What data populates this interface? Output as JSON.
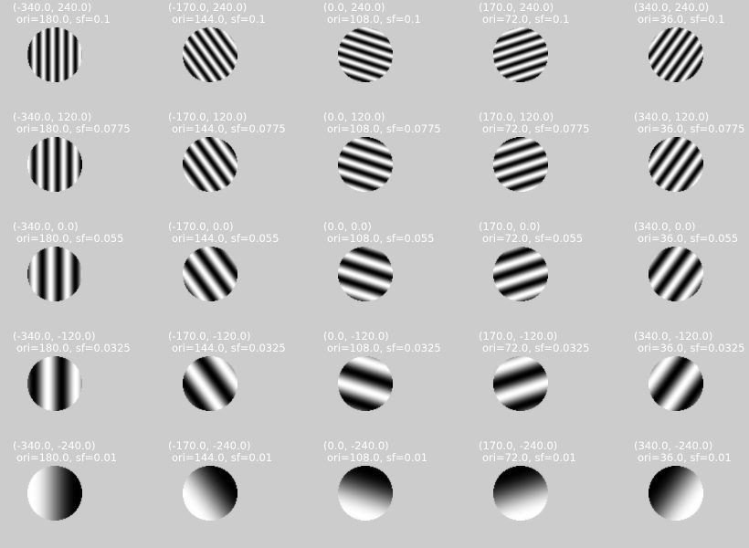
{
  "background": "#cccccc",
  "label_color": "#ffffff",
  "window_radius": 30,
  "rows": [
    {
      "sf": 0.1,
      "cells": [
        {
          "pos": "(-340.0, 240.0)",
          "params": "ori=180.0, sf=0.1",
          "ori": 180.0
        },
        {
          "pos": "(-170.0, 240.0)",
          "params": "ori=144.0, sf=0.1",
          "ori": 144.0
        },
        {
          "pos": "(0.0, 240.0)",
          "params": "ori=108.0, sf=0.1",
          "ori": 108.0
        },
        {
          "pos": "(170.0, 240.0)",
          "params": "ori=72.0, sf=0.1",
          "ori": 72.0
        },
        {
          "pos": "(340.0, 240.0)",
          "params": "ori=36.0, sf=0.1",
          "ori": 36.0
        }
      ]
    },
    {
      "sf": 0.0775,
      "cells": [
        {
          "pos": "(-340.0, 120.0)",
          "params": "ori=180.0, sf=0.0775",
          "ori": 180.0
        },
        {
          "pos": "(-170.0, 120.0)",
          "params": "ori=144.0, sf=0.0775",
          "ori": 144.0
        },
        {
          "pos": "(0.0, 120.0)",
          "params": "ori=108.0, sf=0.0775",
          "ori": 108.0
        },
        {
          "pos": "(170.0, 120.0)",
          "params": "ori=72.0, sf=0.0775",
          "ori": 72.0
        },
        {
          "pos": "(340.0, 120.0)",
          "params": "ori=36.0, sf=0.0775",
          "ori": 36.0
        }
      ]
    },
    {
      "sf": 0.055,
      "cells": [
        {
          "pos": "(-340.0, 0.0)",
          "params": "ori=180.0, sf=0.055",
          "ori": 180.0
        },
        {
          "pos": "(-170.0, 0.0)",
          "params": "ori=144.0, sf=0.055",
          "ori": 144.0
        },
        {
          "pos": "(0.0, 0.0)",
          "params": "ori=108.0, sf=0.055",
          "ori": 108.0
        },
        {
          "pos": "(170.0, 0.0)",
          "params": "ori=72.0, sf=0.055",
          "ori": 72.0
        },
        {
          "pos": "(340.0, 0.0)",
          "params": "ori=36.0, sf=0.055",
          "ori": 36.0
        }
      ]
    },
    {
      "sf": 0.0325,
      "cells": [
        {
          "pos": "(-340.0, -120.0)",
          "params": "ori=180.0, sf=0.0325",
          "ori": 180.0
        },
        {
          "pos": "(-170.0, -120.0)",
          "params": "ori=144.0, sf=0.0325",
          "ori": 144.0
        },
        {
          "pos": "(0.0, -120.0)",
          "params": "ori=108.0, sf=0.0325",
          "ori": 108.0
        },
        {
          "pos": "(170.0, -120.0)",
          "params": "ori=72.0, sf=0.0325",
          "ori": 72.0
        },
        {
          "pos": "(340.0, -120.0)",
          "params": "ori=36.0, sf=0.0325",
          "ori": 36.0
        }
      ]
    },
    {
      "sf": 0.01,
      "cells": [
        {
          "pos": "(-340.0, -240.0)",
          "params": "ori=180.0, sf=0.01",
          "ori": 180.0
        },
        {
          "pos": "(-170.0, -240.0)",
          "params": "ori=144.0, sf=0.01",
          "ori": 144.0
        },
        {
          "pos": "(0.0, -240.0)",
          "params": "ori=108.0, sf=0.01",
          "ori": 108.0
        },
        {
          "pos": "(170.0, -240.0)",
          "params": "ori=72.0, sf=0.01",
          "ori": 72.0
        },
        {
          "pos": "(340.0, -240.0)",
          "params": "ori=36.0, sf=0.01",
          "ori": 36.0
        }
      ]
    }
  ]
}
